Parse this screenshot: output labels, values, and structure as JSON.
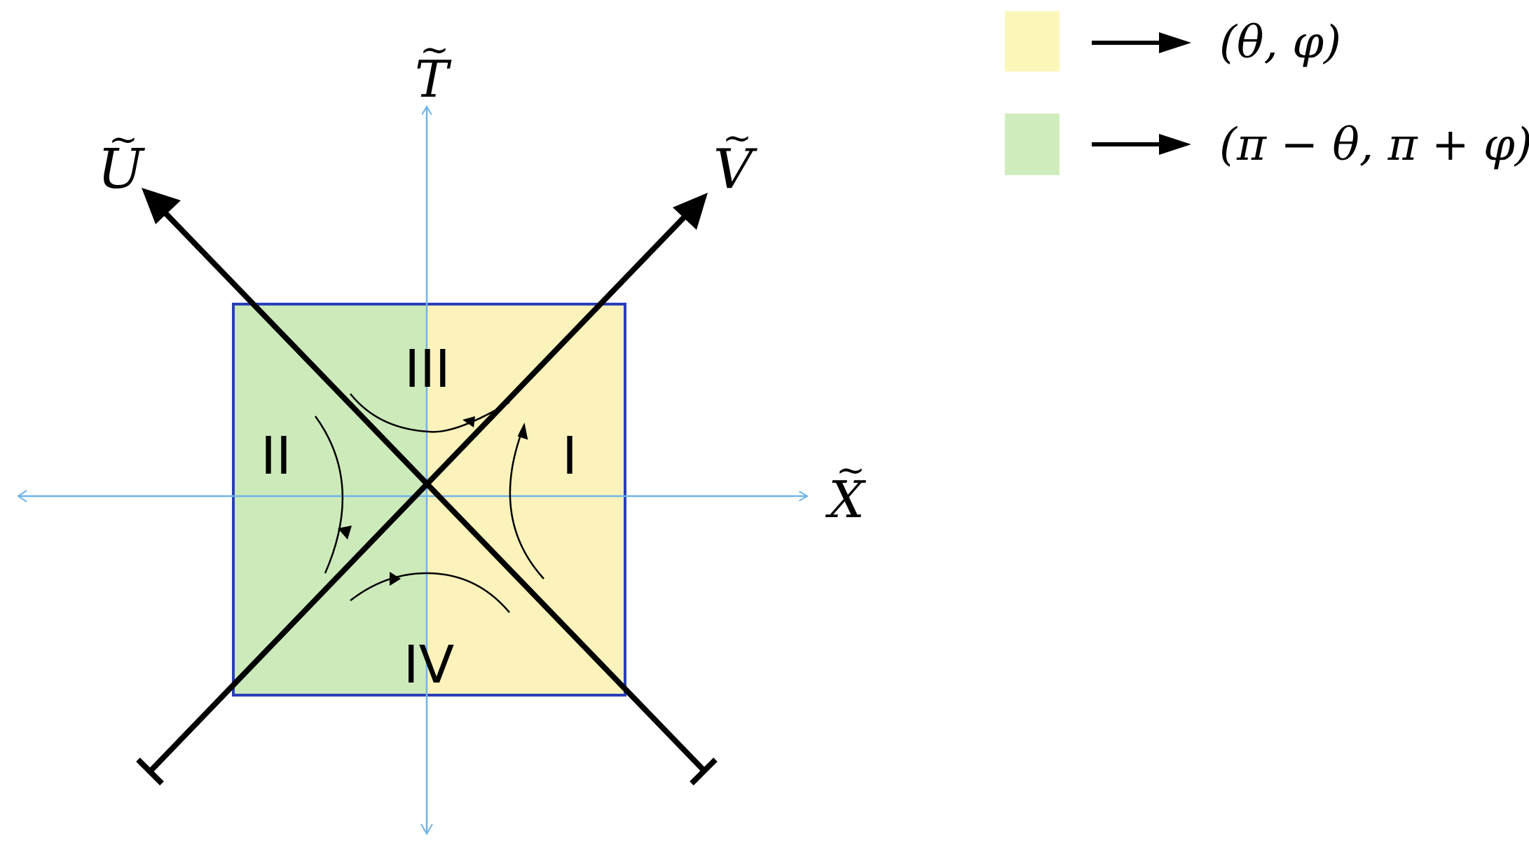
{
  "colors": {
    "region_yellow": "#fbf3bb",
    "region_green": "#cdeabb",
    "border_blue": "#2a3fb8",
    "axis_blue": "#6fb4ea",
    "line_black": "#000000",
    "legend_yellow": "#fcf7b9",
    "legend_green": "#cfedbc"
  },
  "axes": {
    "T_label": "T",
    "X_label": "X",
    "U_label": "U",
    "V_label": "V",
    "tilde": "~"
  },
  "regions": {
    "I": "I",
    "II": "II",
    "III": "III",
    "IV": "IV"
  },
  "legend": [
    {
      "color_key": "legend_yellow",
      "arrow": "→",
      "text": "(θ, φ)"
    },
    {
      "color_key": "legend_green",
      "arrow": "→",
      "text": "(π − θ, π + φ)"
    }
  ]
}
